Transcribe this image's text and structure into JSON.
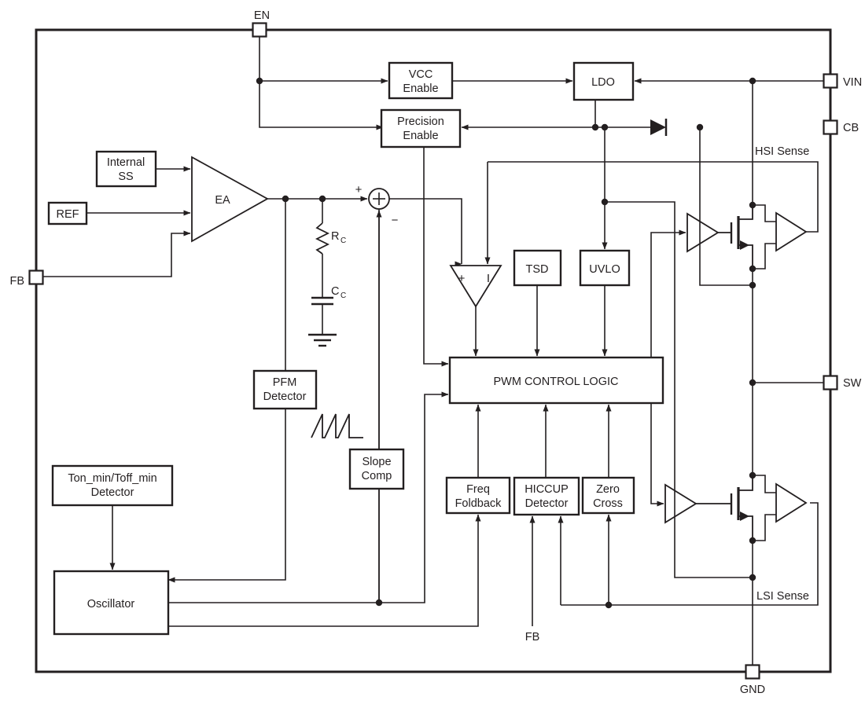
{
  "diagram": {
    "pins": {
      "en": "EN",
      "vin": "VIN",
      "cb": "CB",
      "sw": "SW",
      "gnd": "GND",
      "fb_left": "FB",
      "fb_bottom": "FB"
    },
    "nets": {
      "hsi_sense": "HSI Sense",
      "lsi_sense": "LSI Sense"
    },
    "blocks": {
      "vcc_enable": {
        "line1": "VCC",
        "line2": "Enable"
      },
      "ldo": {
        "line1": "LDO"
      },
      "precision_enable": {
        "line1": "Precision",
        "line2": "Enable"
      },
      "internal_ss": {
        "line1": "Internal",
        "line2": "SS"
      },
      "ref": {
        "line1": "REF"
      },
      "error_amp": {
        "label": "EA"
      },
      "pfm_detector": {
        "line1": "PFM",
        "line2": "Detector"
      },
      "tsd": {
        "line1": "TSD"
      },
      "uvlo": {
        "line1": "UVLO"
      },
      "pwm_control": {
        "line1": "PWM CONTROL LOGIC"
      },
      "slope_comp": {
        "line1": "Slope",
        "line2": "Comp"
      },
      "freq_foldback": {
        "line1": "Freq",
        "line2": "Foldback"
      },
      "hiccup_detector": {
        "line1": "HICCUP",
        "line2": "Detector"
      },
      "zero_cross": {
        "line1": "Zero",
        "line2": "Cross"
      },
      "ton_toff_detector": {
        "line1": "Ton_min/Toff_min",
        "line2": "Detector"
      },
      "oscillator": {
        "line1": "Oscillator"
      }
    },
    "symbols": {
      "rc_main": "R",
      "rc_sub": "C",
      "cc_main": "C",
      "cc_sub": "C",
      "sum_plus": "+",
      "sum_minus": "−",
      "comp_plus": "+",
      "comp_current": "I"
    },
    "colors": {
      "line": "#231f20",
      "background": "#ffffff"
    }
  }
}
